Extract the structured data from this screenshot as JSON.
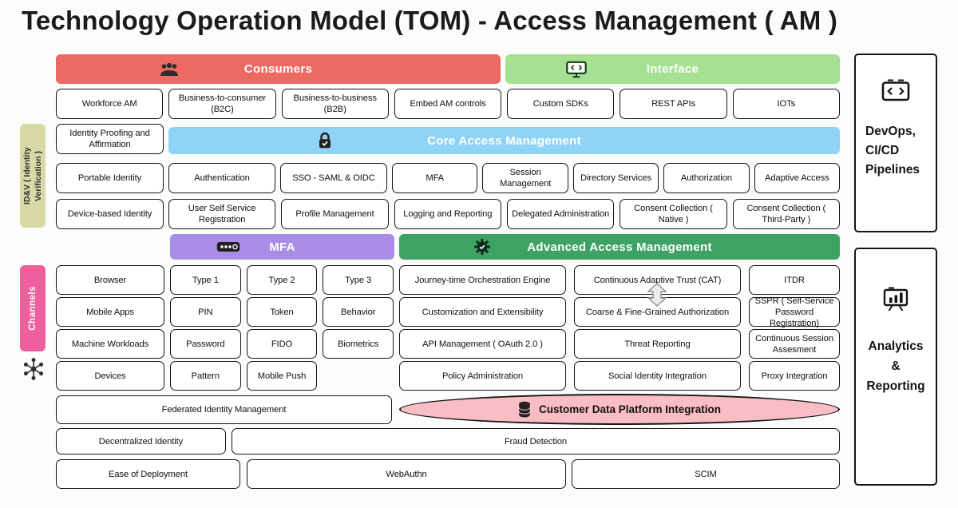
{
  "title": "Technology Operation Model (TOM) - Access Management ( AM )",
  "colors": {
    "consumers_banner": "#ec6a62",
    "interface_banner": "#a6e193",
    "core_banner": "#8fd3f5",
    "mfa_banner": "#a98ce7",
    "advanced_banner": "#3da264",
    "cdp_fill": "#f9bdc6",
    "idv_sidebar": "#d9d9a8",
    "channels_sidebar": "#ef5f9d",
    "box_border": "#161616",
    "background": "#fcfcfc"
  },
  "banners": {
    "consumers": "Consumers",
    "interface": "Interface",
    "core": "Core Access Management",
    "mfa": "MFA",
    "advanced": "Advanced Access Management"
  },
  "sidebars": {
    "idv": "ID&V ( Identity Verification )",
    "channels": "Channels"
  },
  "consumers_row": [
    "Workforce AM",
    "Business-to-consumer (B2C)",
    "Business-to-business (B2B)",
    "Embed AM controls"
  ],
  "interface_row": [
    "Custom SDKs",
    "REST APIs",
    "IOTs"
  ],
  "idv_column": [
    "Identity Proofing and Affirmation",
    "Portable Identity",
    "Device-based Identity"
  ],
  "core_row1": [
    "Authentication",
    "SSO - SAML & OIDC",
    "MFA",
    "Session Management",
    "Directory Services",
    "Authorization",
    "Adaptive Access"
  ],
  "core_row2": [
    "User Self Service Registration",
    "Profile Management",
    "Logging and Reporting",
    "Delegated Administration",
    "Consent Collection ( Native )",
    "Consent Collection ( Third-Party )"
  ],
  "channels_column": [
    "Browser",
    "Mobile Apps",
    "Machine Workloads",
    "Devices"
  ],
  "mfa_grid": [
    "Type 1",
    "Type 2",
    "Type 3",
    "PIN",
    "Token",
    "Behavior",
    "Password",
    "FIDO",
    "Biometrics",
    "Pattern",
    "Mobile Push"
  ],
  "advanced_grid": [
    "Journey-time Orchestration Engine",
    "Continuous Adaptive Trust (CAT)",
    "ITDR",
    "Customization and Extensibility",
    "Coarse & Fine-Grained Authorization",
    "SSPR ( Self-Service Password Registration)",
    "API Management ( OAuth 2.0 )",
    "Threat Reporting",
    "Continuous Session Assesment",
    "Policy Administration",
    "Social Identity Integration",
    "Proxy Integration"
  ],
  "bottom_rows": {
    "federated": "Federated Identity Management",
    "cdp": "Customer Data Platform Integration",
    "decentralized": "Decentralized Identity",
    "fraud": "Fraud Detection",
    "ease": "Ease of Deployment",
    "webauthn": "WebAuthn",
    "scim": "SCIM"
  },
  "right_panels": {
    "devops": "DevOps,\nCI/CD\nPipelines",
    "analytics": "Analytics\n&\nReporting"
  }
}
